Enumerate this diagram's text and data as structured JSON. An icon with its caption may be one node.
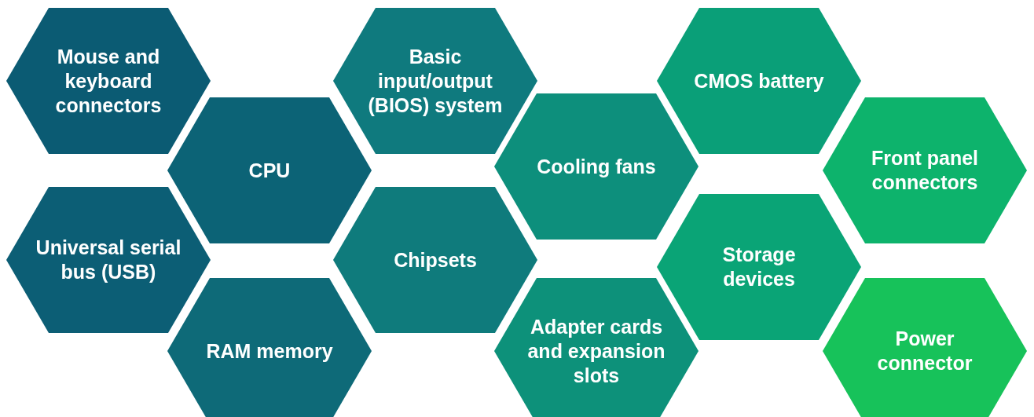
{
  "diagram": {
    "nodes": [
      {
        "text": [
          "Mouse and keyboard connectors"
        ]
      },
      {
        "text": [
          "CPU"
        ]
      },
      {
        "text": [
          "Universal serial bus (USB)"
        ]
      },
      {
        "text": [
          "RAM memory"
        ]
      },
      {
        "text": [
          "Basic input/output (BIOS) system"
        ]
      },
      {
        "text": [
          "Chipsets"
        ]
      },
      {
        "text": [
          "Cooling fans"
        ]
      },
      {
        "text": [
          "Adapter cards and expansion slots"
        ]
      },
      {
        "text": [
          "CMOS battery"
        ]
      },
      {
        "text": [
          "Storage devices"
        ]
      },
      {
        "text": [
          "Front panel connectors"
        ]
      },
      {
        "text": [
          "Power connector"
        ]
      }
    ]
  }
}
